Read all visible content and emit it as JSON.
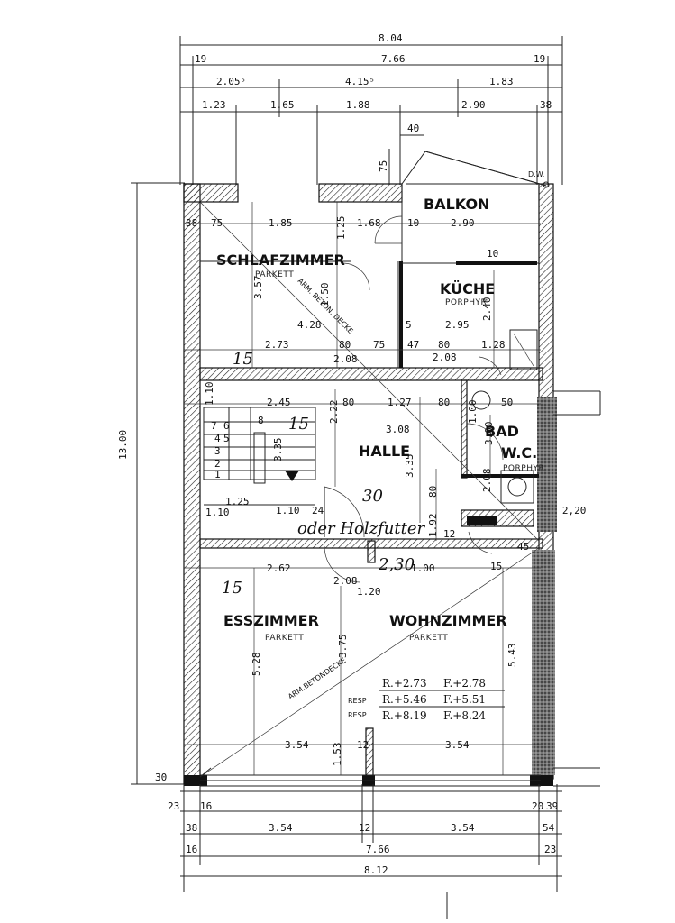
{
  "rooms": {
    "schlafzimmer": {
      "name": "SCHLAFZIMMER",
      "floor": "PARKETT"
    },
    "balkon": {
      "name": "BALKON"
    },
    "kueche": {
      "name": "KÜCHE",
      "floor": "PORPHYR"
    },
    "halle": {
      "name": "HALLE"
    },
    "bad": {
      "name": "BAD"
    },
    "wc": {
      "name": "W.C.",
      "floor": "PORPHYR"
    },
    "esszimmer": {
      "name": "ESSZIMMER",
      "floor": "PARKETT"
    },
    "wohnzimmer": {
      "name": "WOHNZIMMER",
      "floor": "PARKETT"
    }
  },
  "notes": {
    "arm_beton_decke_1": "ARM. BETON. DECKE",
    "arm_beton_decke_2": "ARM.BETONDECKE",
    "dw": "D.W.",
    "handwritten": "oder Holzfutter",
    "resp1": "RESP",
    "resp2": "RESP",
    "r1": "R.+2.73",
    "f1": "F.+2.78",
    "r2": "R.+5.46",
    "f2": "F.+5.51",
    "r3": "R.+8.19",
    "f3": "F.+8.24",
    "h30": "30",
    "h15a": "15",
    "h15b": "15",
    "h15c": "15",
    "h230": "2,30"
  },
  "dims_top": {
    "total": "8.04",
    "inner": "7.66",
    "l19a": "19",
    "l19b": "19",
    "a1": "2.05⁵",
    "a2": "4.15⁵",
    "a3": "1.83",
    "b1": "1.23",
    "b2": "1.65",
    "b3": "1.88",
    "b4": "2.90",
    "b5": "38",
    "d40": "40",
    "d75": "75"
  },
  "dims_bottom": {
    "c1": "23",
    "c2": "16",
    "c3": "20",
    "c4": "39",
    "d1": "38",
    "d2": "3.54",
    "d3": "12",
    "d4": "3.54",
    "d5": "54",
    "inner": "7.66",
    "total": "8.12",
    "e1": "16",
    "e2": "23"
  },
  "dims_side": {
    "height": "13.00",
    "s30": "30",
    "r_2_20": "20 2,20"
  },
  "dims_interior": {
    "sz_38": "38",
    "sz_75": "75",
    "sz_185": "1.85",
    "sz_125": "1.25",
    "sz_168": "1.68",
    "sz_10": "10",
    "bk_290": "2.90",
    "bk_10": "10",
    "sz_357": "3.57",
    "sz_428": "4.28",
    "sz_150": "1.50",
    "kc_5": "5",
    "kc_295": "2.95",
    "kc_240": "2.40",
    "r1_273": "2.73",
    "r1_80a": "80",
    "r1_75": "75",
    "r1_47": "47",
    "r1_80b": "80",
    "r1_128": "1.28",
    "r1_208a": "2.08",
    "r1_208b": "2.08",
    "h_110": "1.10",
    "h_245": "2.45",
    "h_80a": "80",
    "h_127": "1.27",
    "h_80b": "80",
    "h_50": "50",
    "h_308": "3.08",
    "h_222": "2.22",
    "h_335": "3.35",
    "h_300": "3.00",
    "h_100": "1.00",
    "h_80c": "80",
    "h_208": "2.08",
    "h_192": "1.92",
    "h_12": "12",
    "h_110b": "1.10",
    "h_24": "24",
    "st_7": "7",
    "st_8": "8",
    "st_1": "1",
    "st_2": "2",
    "st_3": "3",
    "st_4": "4",
    "st_5": "5",
    "st_6": "6",
    "st_335": "3.35",
    "st_110": "1.10",
    "st_125": "1.25",
    "e_262": "2.62",
    "e_208": "2.08",
    "e_100": "1.00",
    "e_120": "1.20",
    "e_45": "45",
    "e_528": "5.28",
    "e_375": "3.75",
    "e_543": "5.43",
    "e_354a": "3.54",
    "e_354b": "3.54",
    "e_12": "12",
    "e_153": "1.53",
    "e_15": "15"
  }
}
